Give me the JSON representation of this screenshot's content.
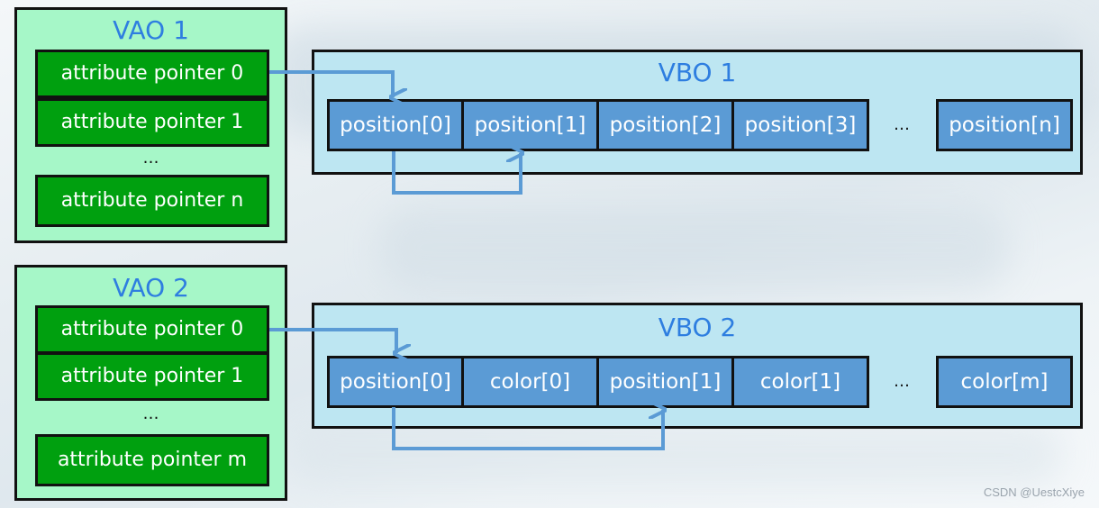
{
  "vao1": {
    "title": "VAO 1",
    "attrs": [
      "attribute pointer 0",
      "attribute pointer 1",
      "attribute pointer n"
    ],
    "ellipsis": "…"
  },
  "vao2": {
    "title": "VAO 2",
    "attrs": [
      "attribute pointer 0",
      "attribute pointer 1",
      "attribute pointer m"
    ],
    "ellipsis": "…"
  },
  "vbo1": {
    "title": "VBO 1",
    "cells": [
      "position[0]",
      "position[1]",
      "position[2]",
      "position[3]",
      "position[n]"
    ],
    "ellipsis": "…"
  },
  "vbo2": {
    "title": "VBO 2",
    "cells": [
      "position[0]",
      "color[0]",
      "position[1]",
      "color[1]",
      "color[m]"
    ],
    "ellipsis": "…"
  },
  "watermark": "CSDN @UestcXiye",
  "colors": {
    "vao_bg": "#a6f7c8",
    "attr_bg": "#00a00f",
    "vbo_bg": "#bde6f2",
    "cell_bg": "#5b9bd5",
    "title_text": "#2e7ee0",
    "arrow": "#5b9bd5"
  }
}
